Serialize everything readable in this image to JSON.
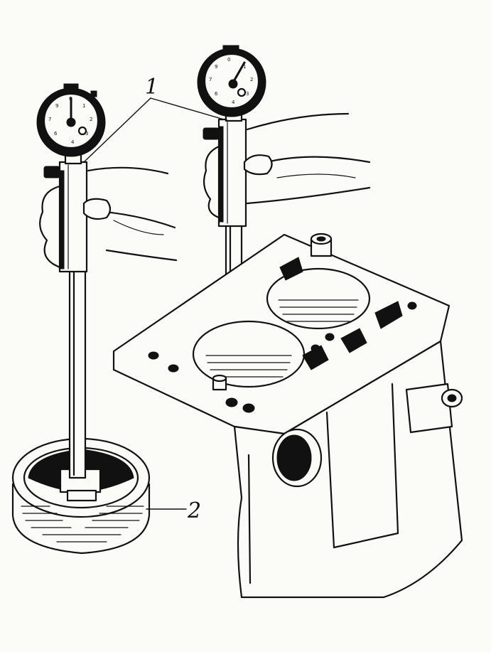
{
  "callouts": [
    {
      "id": "1",
      "label": "1"
    },
    {
      "id": "2",
      "label": "2"
    }
  ],
  "colors": {
    "ink": "#111111",
    "paper": "#fbfbf7"
  },
  "icons": {
    "left_gauge": "dial-bore-gauge-icon",
    "right_gauge": "dial-bore-gauge-icon",
    "setting_ring": "setting-ring-icon",
    "engine_block": "cylinder-block-icon"
  }
}
